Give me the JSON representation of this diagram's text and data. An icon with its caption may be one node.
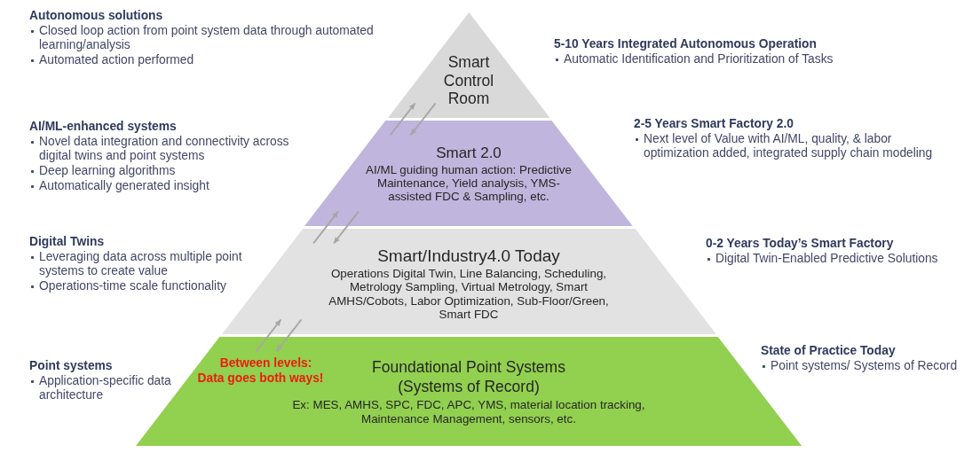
{
  "diagram": {
    "nodes": [
      {
        "text": [
          "Smart Control Room"
        ]
      },
      {
        "text": [
          "Smart 2.0",
          "AI/ML guiding human action: Predictive Maintenance, Yield analysis, YMS-assisted FDC & Sampling, etc."
        ]
      },
      {
        "text": [
          "Smart/Industry4.0 Today",
          "Operations Digital Twin, Line Balancing, Scheduling, Metrology Sampling, Virtual Metrology, Smart AMHS/Cobots, Labor Optimization, Sub-Floor/Green, Smart FDC"
        ]
      },
      {
        "text": [
          "Foundational Point Systems (Systems of Record)",
          "Ex: MES, AMHS, SPC, FDC, APC, YMS, material location tracking, Maintenance Management, sensors, etc."
        ]
      }
    ],
    "edges": [
      {
        "from": 1,
        "to": 0,
        "arrow": "to"
      },
      {
        "from": 0,
        "to": 1,
        "arrow": "to"
      },
      {
        "from": 2,
        "to": 1,
        "arrow": "to"
      },
      {
        "from": 1,
        "to": 2,
        "arrow": "to"
      },
      {
        "from": 3,
        "to": 2,
        "arrow": "to"
      },
      {
        "from": 2,
        "to": 3,
        "arrow": "to"
      }
    ],
    "labels": [
      "Autonomous solutions",
      "Closed loop action from point system data through automated learning/analysis",
      "Automated action performed",
      "5-10 Years Integrated Autonomous Operation",
      "Automatic Identification and Prioritization of Tasks",
      "AI/ML-enhanced systems",
      "Novel data integration and connectivity across digital twins and point systems",
      "Deep learning algorithms",
      "Automatically generated insight",
      "2-5 Years Smart Factory 2.0",
      "Next level of Value with AI/ML, quality, & labor optimization added, integrated supply chain modeling",
      "Digital Twins",
      "Leveraging data across multiple point systems to create value",
      "Operations-time scale functionality",
      "0-2 Years Today’s Smart Factory",
      "Digital Twin-Enabled Predictive Solutions",
      "Point systems",
      "Application-specific data architecture",
      "Between levels: Data goes both ways!",
      "State of Practice Today",
      "Point systems/ Systems of Record"
    ]
  }
}
